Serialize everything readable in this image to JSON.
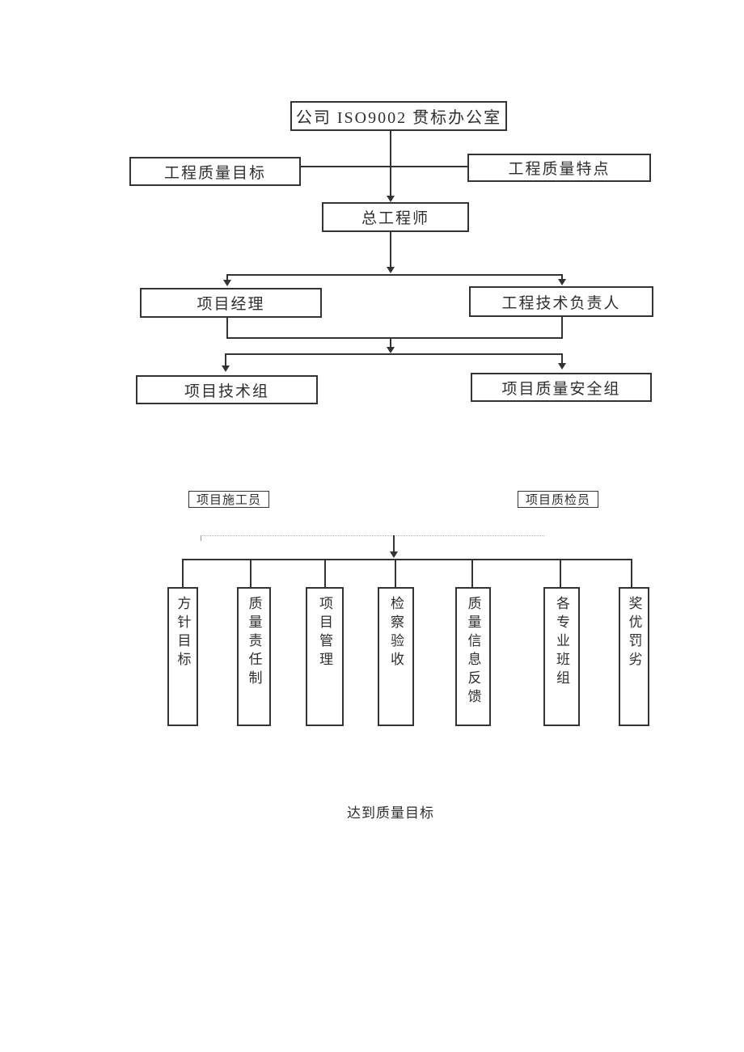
{
  "diagram": {
    "nodes": {
      "office": "公司 ISO9002 贯标办公室",
      "quality_goal": "工程质量目标",
      "quality_feature": "工程质量特点",
      "chief_engineer": "总工程师",
      "project_manager": "项目经理",
      "tech_leader": "工程技术负责人",
      "tech_group": "项目技术组",
      "quality_safety_group": "项目质量安全组",
      "constructor": "项目施工员",
      "inspector": "项目质检员"
    },
    "columns": [
      {
        "label": "方针目标"
      },
      {
        "label": "质量责任制"
      },
      {
        "label": "项目管理"
      },
      {
        "label": "检察验收"
      },
      {
        "label": "质量信息反馈"
      },
      {
        "label": "各专业班组"
      },
      {
        "label": "奖优罚劣"
      }
    ],
    "footer": "达到质量目标",
    "colors": {
      "line": "#333333",
      "text": "#2f2f2f",
      "background": "#ffffff",
      "faint_line": "#b5b5b5"
    }
  }
}
